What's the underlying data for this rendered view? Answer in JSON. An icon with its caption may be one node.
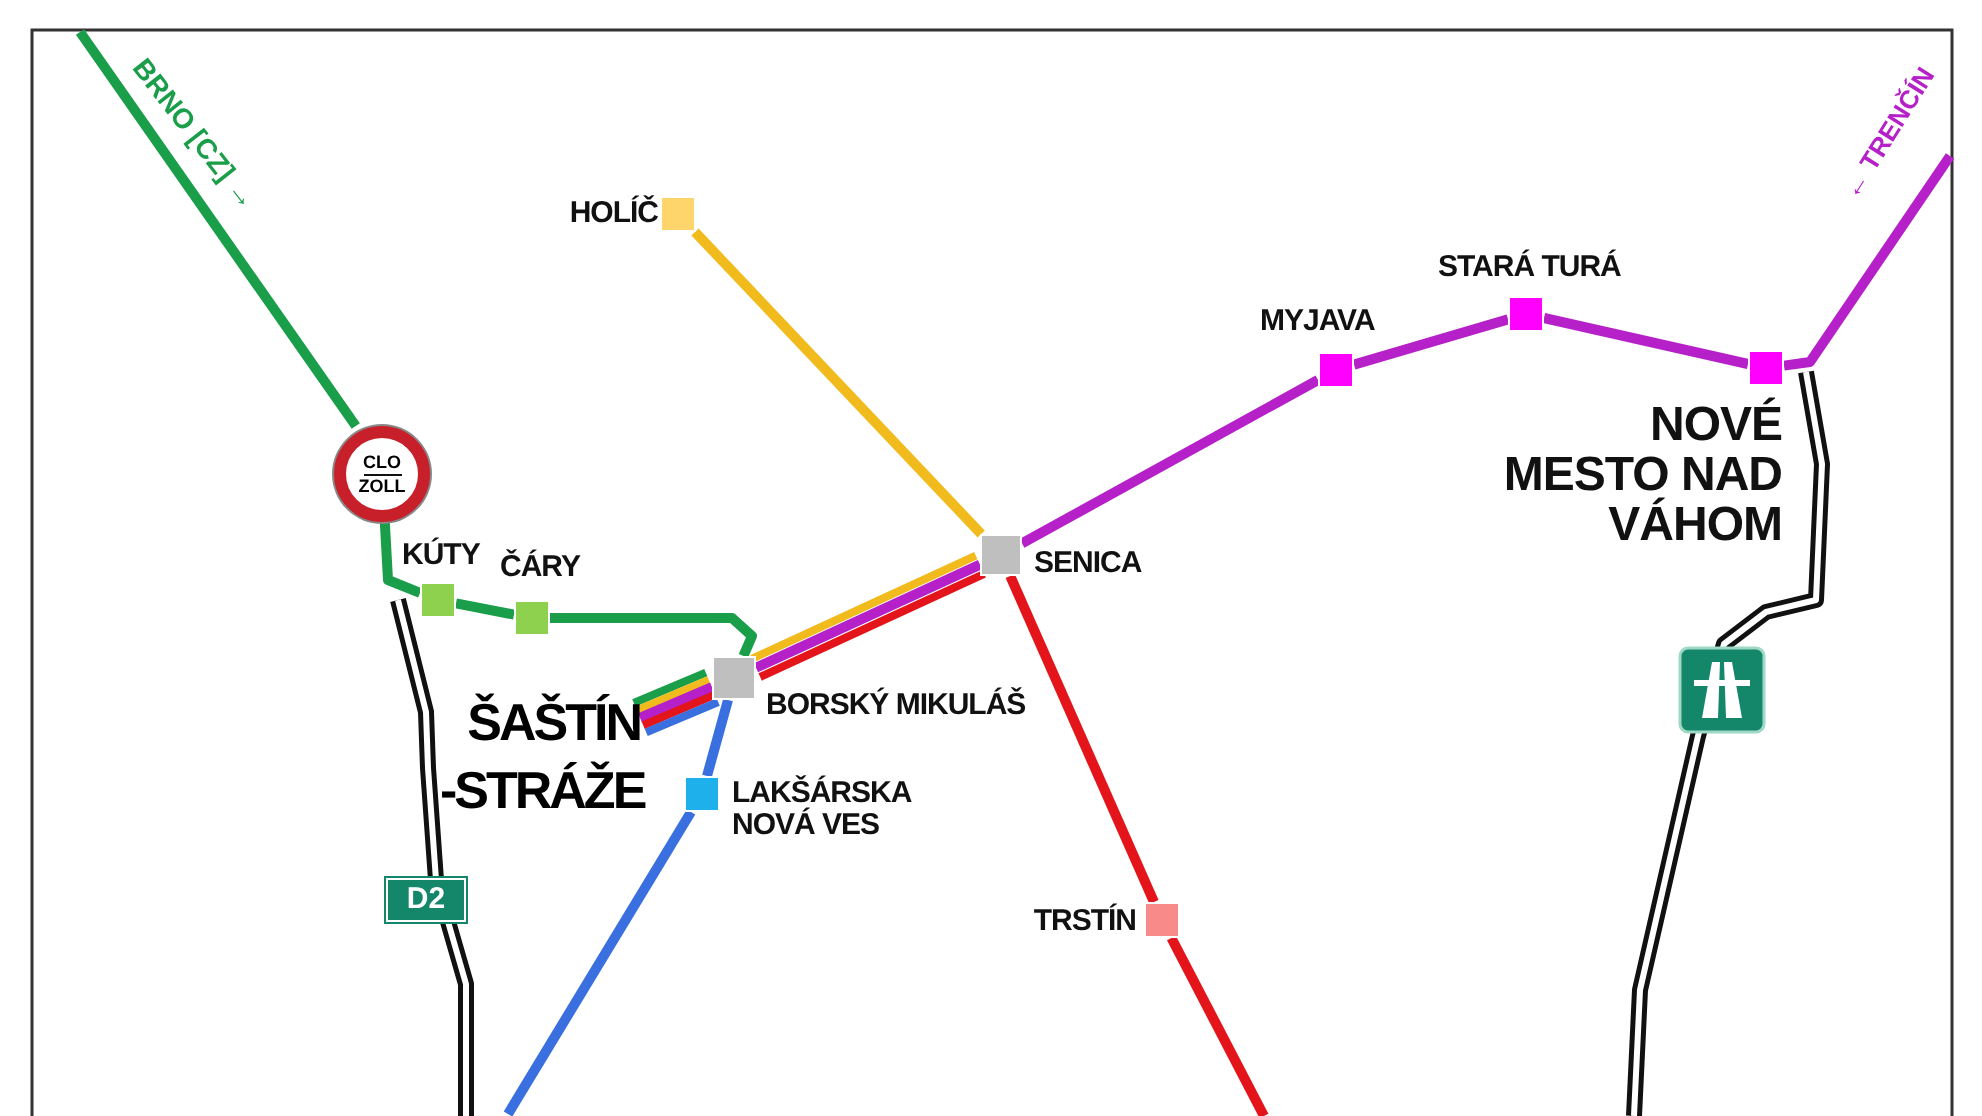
{
  "diagram": {
    "nodes": [
      {
        "text": [
          "HOLÍČ"
        ]
      },
      {
        "text": [
          "CLO",
          "ZOLL"
        ]
      },
      {
        "text": [
          "KÚTY"
        ]
      },
      {
        "text": [
          "ČÁRY"
        ]
      },
      {
        "text": [
          "ŠAŠTÍN -STRÁŽE"
        ]
      },
      {
        "text": [
          "BORSKÝ MIKULÁŠ"
        ]
      },
      {
        "text": [
          "SENICA"
        ]
      },
      {
        "text": [
          "LAKŠÁRSKA NOVÁ VES"
        ]
      },
      {
        "text": [
          "MYJAVA"
        ]
      },
      {
        "text": [
          "STARÁ TURÁ"
        ]
      },
      {
        "text": [
          "NOVÉ MESTO NAD VÁHOM"
        ]
      },
      {
        "text": [
          "TRSTÍN"
        ]
      },
      {
        "text": [
          "D2"
        ]
      },
      {
        "text": [
          "BRNO [CZ] →"
        ]
      },
      {
        "text": [
          "← TRENČÍN"
        ]
      }
    ],
    "edges": [
      {
        "from": 13,
        "to": 1,
        "arrow": "none",
        "color": "#1a9e4a"
      },
      {
        "from": 1,
        "to": 2,
        "arrow": "none",
        "color": "#1a9e4a"
      },
      {
        "from": 2,
        "to": 3,
        "arrow": "none",
        "color": "#1a9e4a"
      },
      {
        "from": 3,
        "to": 5,
        "arrow": "none",
        "color": "#1a9e4a"
      },
      {
        "from": 4,
        "to": 5,
        "arrow": "none",
        "color": "#1a9e4a"
      },
      {
        "from": 4,
        "to": 5,
        "arrow": "none",
        "color": "#f2bb1d"
      },
      {
        "from": 4,
        "to": 5,
        "arrow": "none",
        "color": "#b620c8"
      },
      {
        "from": 4,
        "to": 5,
        "arrow": "none",
        "color": "#e4141b"
      },
      {
        "from": 4,
        "to": 5,
        "arrow": "none",
        "color": "#3a6fe0"
      },
      {
        "from": 5,
        "to": 6,
        "arrow": "none",
        "color": "#f2bb1d"
      },
      {
        "from": 5,
        "to": 6,
        "arrow": "none",
        "color": "#b620c8"
      },
      {
        "from": 5,
        "to": 6,
        "arrow": "none",
        "color": "#e4141b"
      },
      {
        "from": 6,
        "to": 0,
        "arrow": "none",
        "color": "#f2bb1d"
      },
      {
        "from": 6,
        "to": 8,
        "arrow": "none",
        "color": "#b620c8"
      },
      {
        "from": 8,
        "to": 9,
        "arrow": "none",
        "color": "#b620c8"
      },
      {
        "from": 9,
        "to": 10,
        "arrow": "none",
        "color": "#b620c8"
      },
      {
        "from": 10,
        "to": 14,
        "arrow": "none",
        "color": "#b620c8"
      },
      {
        "from": 6,
        "to": 11,
        "arrow": "none",
        "color": "#e4141b"
      },
      {
        "from": 11,
        "to": null,
        "arrow": "none",
        "color": "#e4141b"
      },
      {
        "from": 5,
        "to": 7,
        "arrow": "none",
        "color": "#3a6fe0"
      },
      {
        "from": 7,
        "to": null,
        "arrow": "none",
        "color": "#3a6fe0"
      }
    ]
  }
}
